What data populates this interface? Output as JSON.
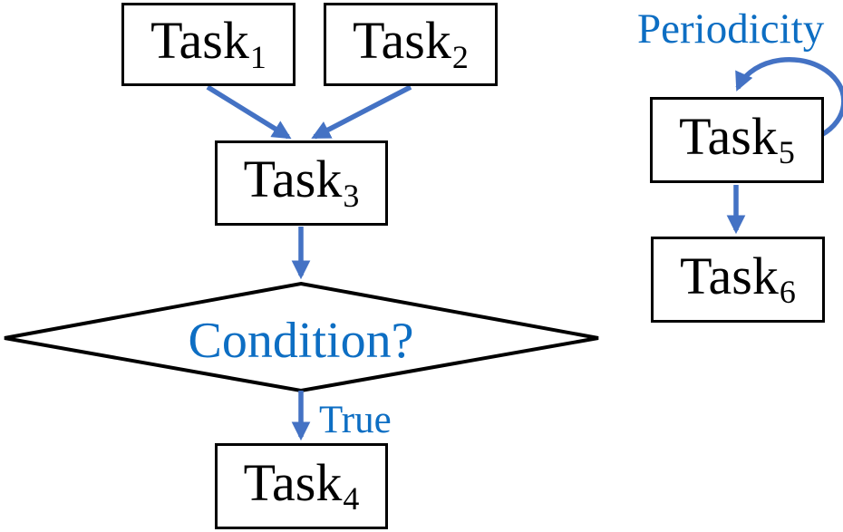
{
  "diagram": {
    "background_color": "#ffffff",
    "arrow_color": "#4472c4",
    "annotation_color": "#0d6ec3",
    "node_border_color": "#000000",
    "node_text_color": "#000000",
    "nodes": [
      {
        "id": "task1",
        "label": "Task",
        "subscript": "1",
        "shape": "rectangle"
      },
      {
        "id": "task2",
        "label": "Task",
        "subscript": "2",
        "shape": "rectangle"
      },
      {
        "id": "task3",
        "label": "Task",
        "subscript": "3",
        "shape": "rectangle"
      },
      {
        "id": "task4",
        "label": "Task",
        "subscript": "4",
        "shape": "rectangle"
      },
      {
        "id": "task5",
        "label": "Task",
        "subscript": "5",
        "shape": "rectangle"
      },
      {
        "id": "task6",
        "label": "Task",
        "subscript": "6",
        "shape": "rectangle"
      }
    ],
    "decision": {
      "id": "condition",
      "label": "Condition?",
      "shape": "diamond"
    },
    "labels": {
      "true_branch": "True",
      "periodicity": "Periodicity"
    },
    "edges": [
      {
        "from": "task1",
        "to": "task3"
      },
      {
        "from": "task2",
        "to": "task3"
      },
      {
        "from": "task3",
        "to": "condition"
      },
      {
        "from": "condition",
        "to": "task4",
        "label": "True"
      },
      {
        "from": "task5",
        "to": "task5",
        "label": "Periodicity",
        "type": "self-loop"
      },
      {
        "from": "task5",
        "to": "task6"
      }
    ]
  }
}
